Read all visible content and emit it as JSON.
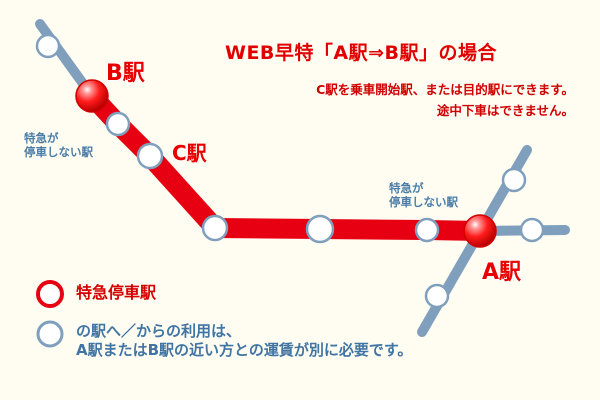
{
  "title": "WEB早特「A駅⇒B駅」の場合",
  "notes": [
    "C駅を乗車開始駅、または目的駅にできます。",
    "途中下車はできません。"
  ],
  "stations": {
    "a": "A駅",
    "b": "B駅",
    "c": "C駅"
  },
  "passing_note": [
    "特急が",
    "停車しない駅"
  ],
  "legend": {
    "red_label": "特急停車駅",
    "blue_lines": [
      "の駅へ／からの利用は、",
      "A駅またはB駅の近い方との運賃が別に必要です。"
    ]
  },
  "colors": {
    "route_red": "#e60012",
    "line_blue": "#7f9fbd",
    "text_red": "#e60000",
    "text_blue": "#3f74a3",
    "background": "#fffdf2"
  },
  "icons": {
    "express_stop": "red-circle",
    "non_stop_station": "white-circle-blue-border"
  }
}
